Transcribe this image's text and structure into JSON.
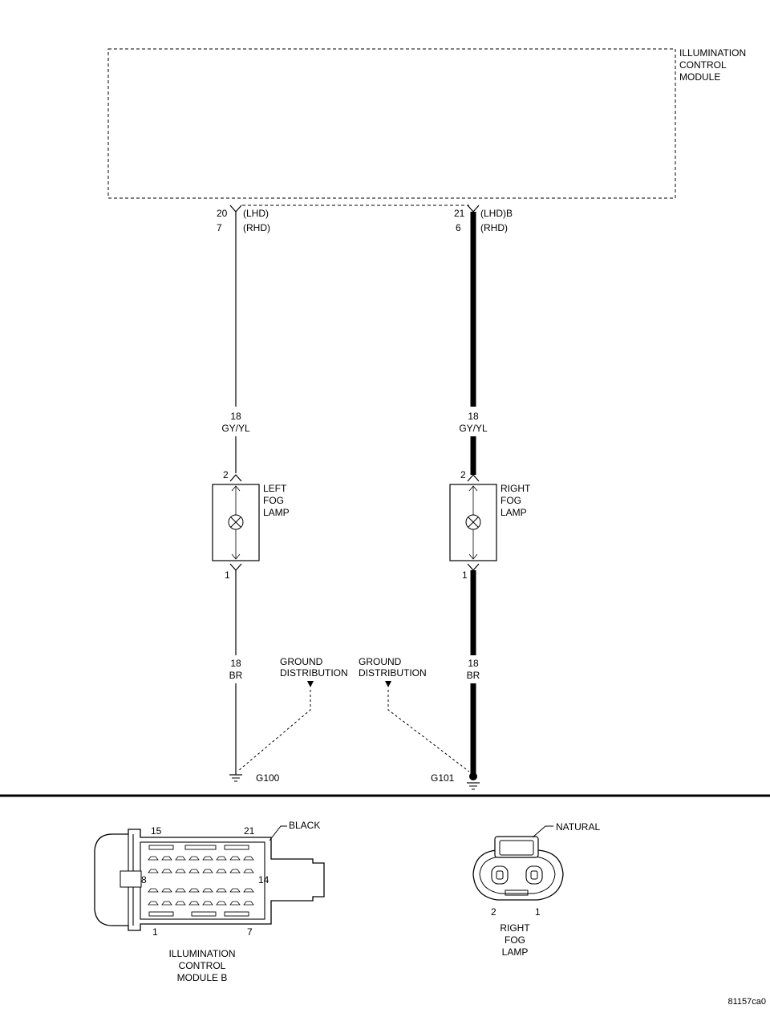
{
  "module": {
    "name_lines": [
      "ILLUMINATION",
      "CONTROL",
      "MODULE"
    ]
  },
  "left_circuit": {
    "pin_lhd": "20",
    "pin_lhd_label": "(LHD)",
    "pin_rhd": "7",
    "pin_rhd_label": "(RHD)",
    "wire_upper_gauge": "18",
    "wire_upper_color": "GY/YL",
    "lamp_pin_top": "2",
    "lamp_pin_bottom": "1",
    "lamp_name_lines": [
      "LEFT",
      "FOG",
      "LAMP"
    ],
    "wire_lower_gauge": "18",
    "wire_lower_color": "BR",
    "ground": "G100"
  },
  "right_circuit": {
    "pin_lhd": "21",
    "pin_lhd_label": "(LHD)B",
    "pin_rhd": "6",
    "pin_rhd_label": "(RHD)",
    "wire_upper_gauge": "18",
    "wire_upper_color": "GY/YL",
    "lamp_pin_top": "2",
    "lamp_pin_bottom": "1",
    "lamp_name_lines": [
      "RIGHT",
      "FOG",
      "LAMP"
    ],
    "wire_lower_gauge": "18",
    "wire_lower_color": "BR",
    "ground": "G101"
  },
  "ground_refs": [
    {
      "lines": [
        "GROUND",
        "DISTRIBUTION"
      ]
    },
    {
      "lines": [
        "GROUND",
        "DISTRIBUTION"
      ]
    }
  ],
  "connector_module": {
    "pin_top_left": "15",
    "pin_top_right": "21",
    "pin_mid_left": "8",
    "pin_mid_right": "14",
    "pin_bottom_left": "1",
    "pin_bottom_right": "7",
    "color": "BLACK",
    "name_lines": [
      "ILLUMINATION",
      "CONTROL",
      "MODULE B"
    ]
  },
  "connector_lamp": {
    "color": "NATURAL",
    "pin_left": "2",
    "pin_right": "1",
    "name_lines": [
      "RIGHT",
      "FOG",
      "LAMP"
    ]
  },
  "figure_id": "81157ca0"
}
